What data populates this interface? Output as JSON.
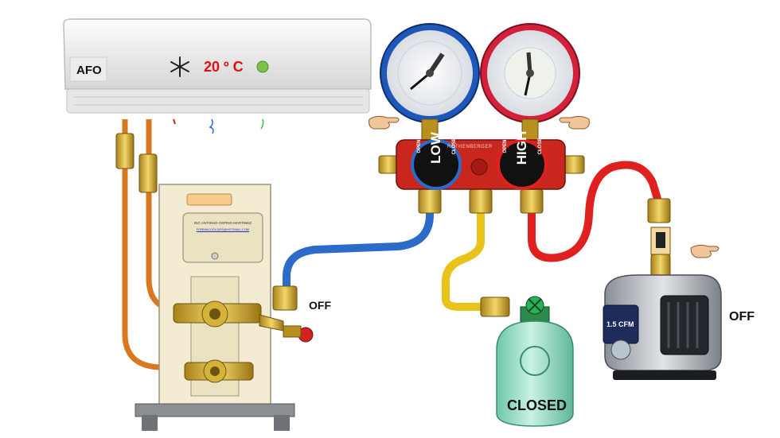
{
  "colors": {
    "low_side": "#2a6cc8",
    "high_side": "#e0201e",
    "charge_hose": "#e9c21a",
    "copper": "#d9781e",
    "manifold_body": "#c9271e",
    "refrigerant_tank": "#8fdcc2"
  },
  "air_conditioner": {
    "label": "AFO",
    "temperature": "20 º C",
    "icon": "snowflake-icon"
  },
  "condenser": {
    "engraving_line1": "ING ANTONIO OSPINO MARTINEZ",
    "engraving_line2": "FORMACOOLDES@HOTMAIL.COM"
  },
  "manifold": {
    "brand": "ROTHENBERGER",
    "low_label": "LOW",
    "high_label": "HIGH",
    "open_label": "OPEN",
    "close_label": "CLOSE"
  },
  "vacuum_pump": {
    "rating": "1.5 CFM"
  },
  "states": {
    "service_valve": "OFF",
    "vacuum_pump": "OFF",
    "refrigerant_tank": "CLOSED"
  }
}
